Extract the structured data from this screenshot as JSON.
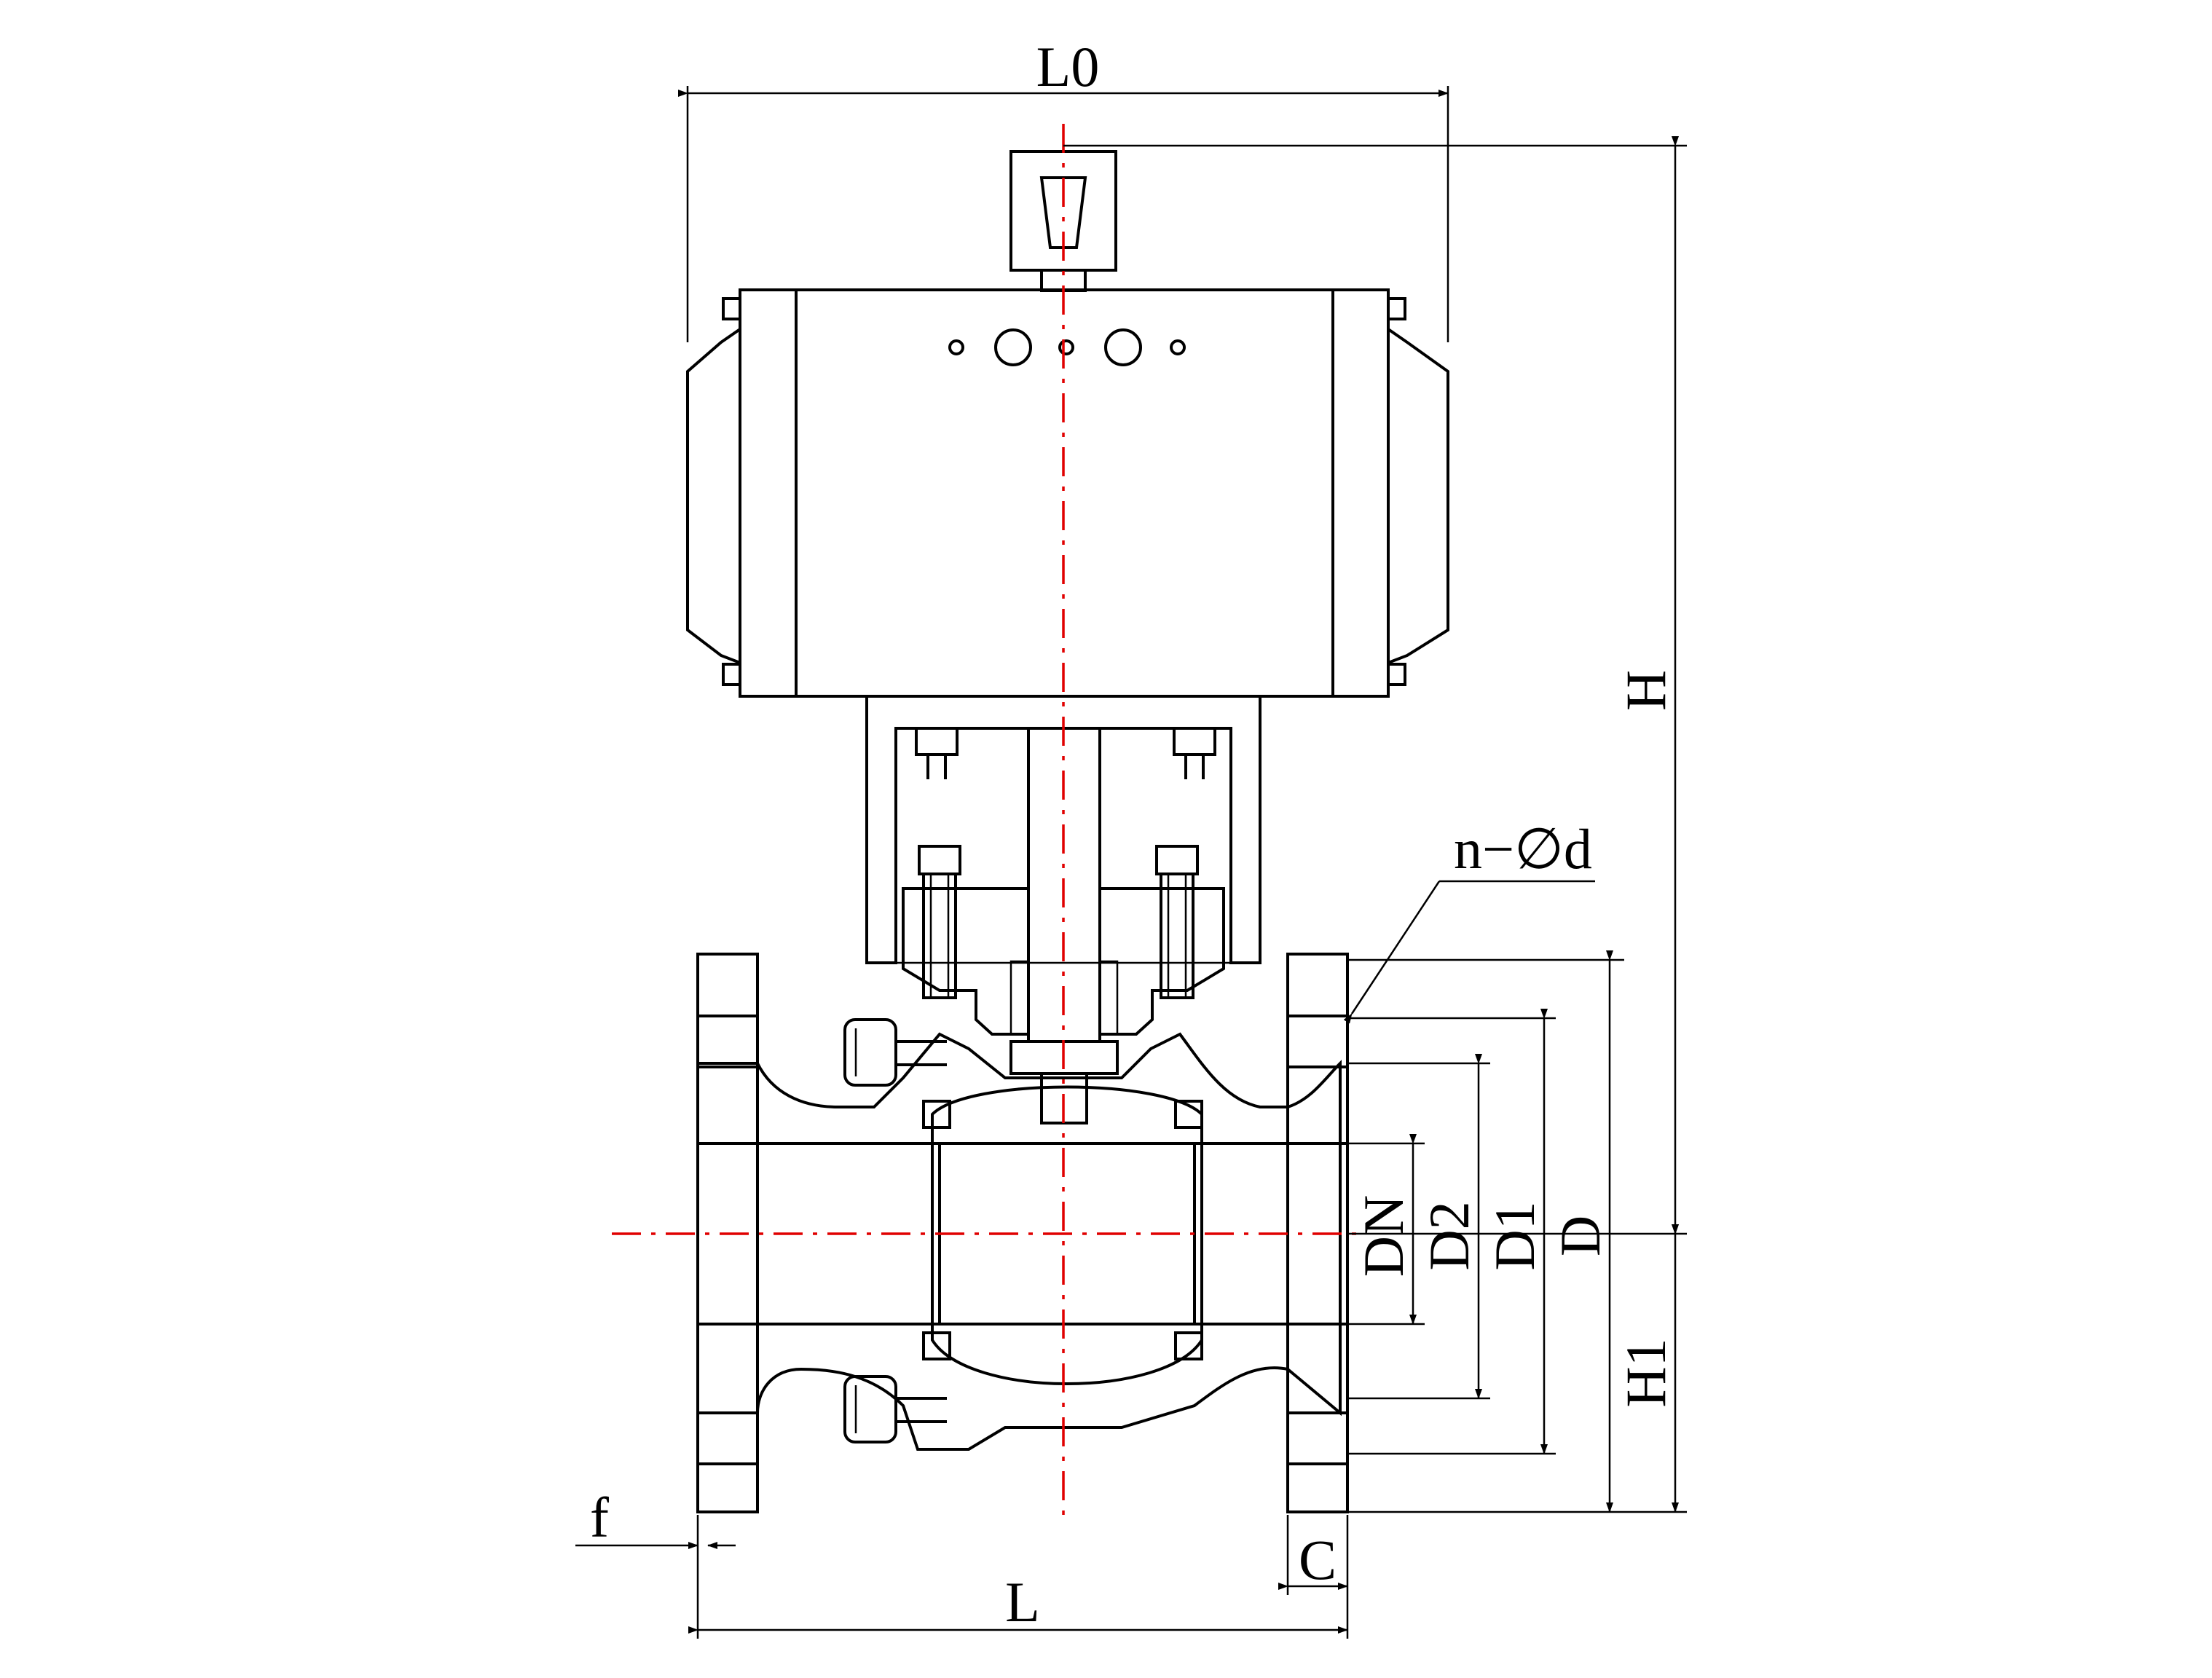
{
  "drawing": {
    "labels": {
      "L0": "L0",
      "H": "H",
      "H1": "H1",
      "n_d": "n−∅d",
      "DN": "DN",
      "D2": "D2",
      "D1": "D1",
      "D": "D",
      "f": "f",
      "C": "C",
      "L": "L"
    },
    "colors": {
      "outline": "#000000",
      "centerline": "#e00000",
      "background": "#ffffff"
    }
  }
}
